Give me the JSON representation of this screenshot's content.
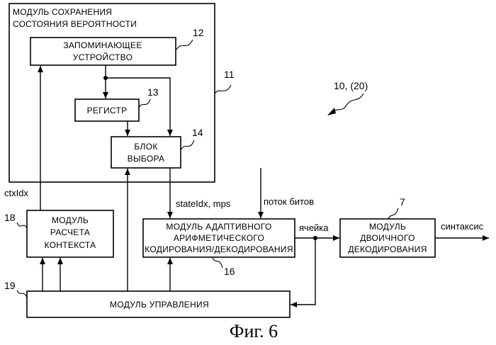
{
  "figure_caption": "Фиг. 6",
  "device_ref": "10, (20)",
  "blocks": {
    "probability_module": {
      "line1": "МОДУЛЬ СОХРАНЕНИЯ",
      "line2": "СОСТОЯНИЯ ВЕРОЯТНОСТИ",
      "ref": "11"
    },
    "memory": {
      "line1": "ЗАПОМИНАЮЩЕЕ",
      "line2": "УСТРОЙСТВО",
      "ref": "12"
    },
    "register": {
      "label": "РЕГИСТР",
      "ref": "13"
    },
    "selector": {
      "line1": "БЛОК",
      "line2": "ВЫБОРА",
      "ref": "14"
    },
    "context": {
      "line1": "МОДУЛЬ",
      "line2": "РАСЧЕТА",
      "line3": "КОНТЕКСТА",
      "ref": "18"
    },
    "arith": {
      "line1": "МОДУЛЬ АДАПТИВНОГО",
      "line2": "АРИФМЕТИЧЕСКОГО",
      "line3": "КОДИРОВАНИЯ/ДЕКОДИРОВАНИЯ",
      "ref": "16"
    },
    "binary": {
      "line1": "МОДУЛЬ",
      "line2": "ДВОИЧНОГО",
      "line3": "ДЕКОДИРОВАНИЯ",
      "ref": "7"
    },
    "control": {
      "label": "МОДУЛЬ УПРАВЛЕНИЯ",
      "ref": "19"
    }
  },
  "signals": {
    "ctxidx": "ctxIdx",
    "state": "stateIdx, mps",
    "bitstream": "поток битов",
    "cell": "ячейка",
    "syntax": "синтаксис"
  }
}
